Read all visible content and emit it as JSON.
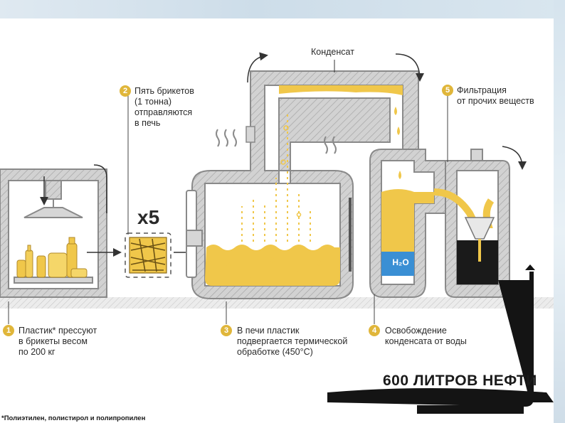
{
  "diagram": {
    "condensate_label": "Конденсат",
    "multiplier_label": "x5",
    "water_label": "H₂O",
    "result_label": "600 ЛИТРОВ НЕФТИ",
    "footnote": "*Полиэтилен, полистирол и полипропилен",
    "steps": [
      {
        "number": "1",
        "text": "Пластик* прессуют\nв брикеты весом\nпо 200 кг"
      },
      {
        "number": "2",
        "text": "Пять брикетов\n(1 тонна)\nотправляются\nв печь"
      },
      {
        "number": "3",
        "text": "В печи пластик\nподвергается термической\nобработке (450°C)"
      },
      {
        "number": "4",
        "text": "Освобождение\nконденсата от воды"
      },
      {
        "number": "5",
        "text": "Фильтрация\nот прочих веществ"
      }
    ],
    "colors": {
      "oil": "#f0c74a",
      "water": "#3a8fd4",
      "metal": "#9a9a9a",
      "marker": "#e0b63a"
    }
  }
}
